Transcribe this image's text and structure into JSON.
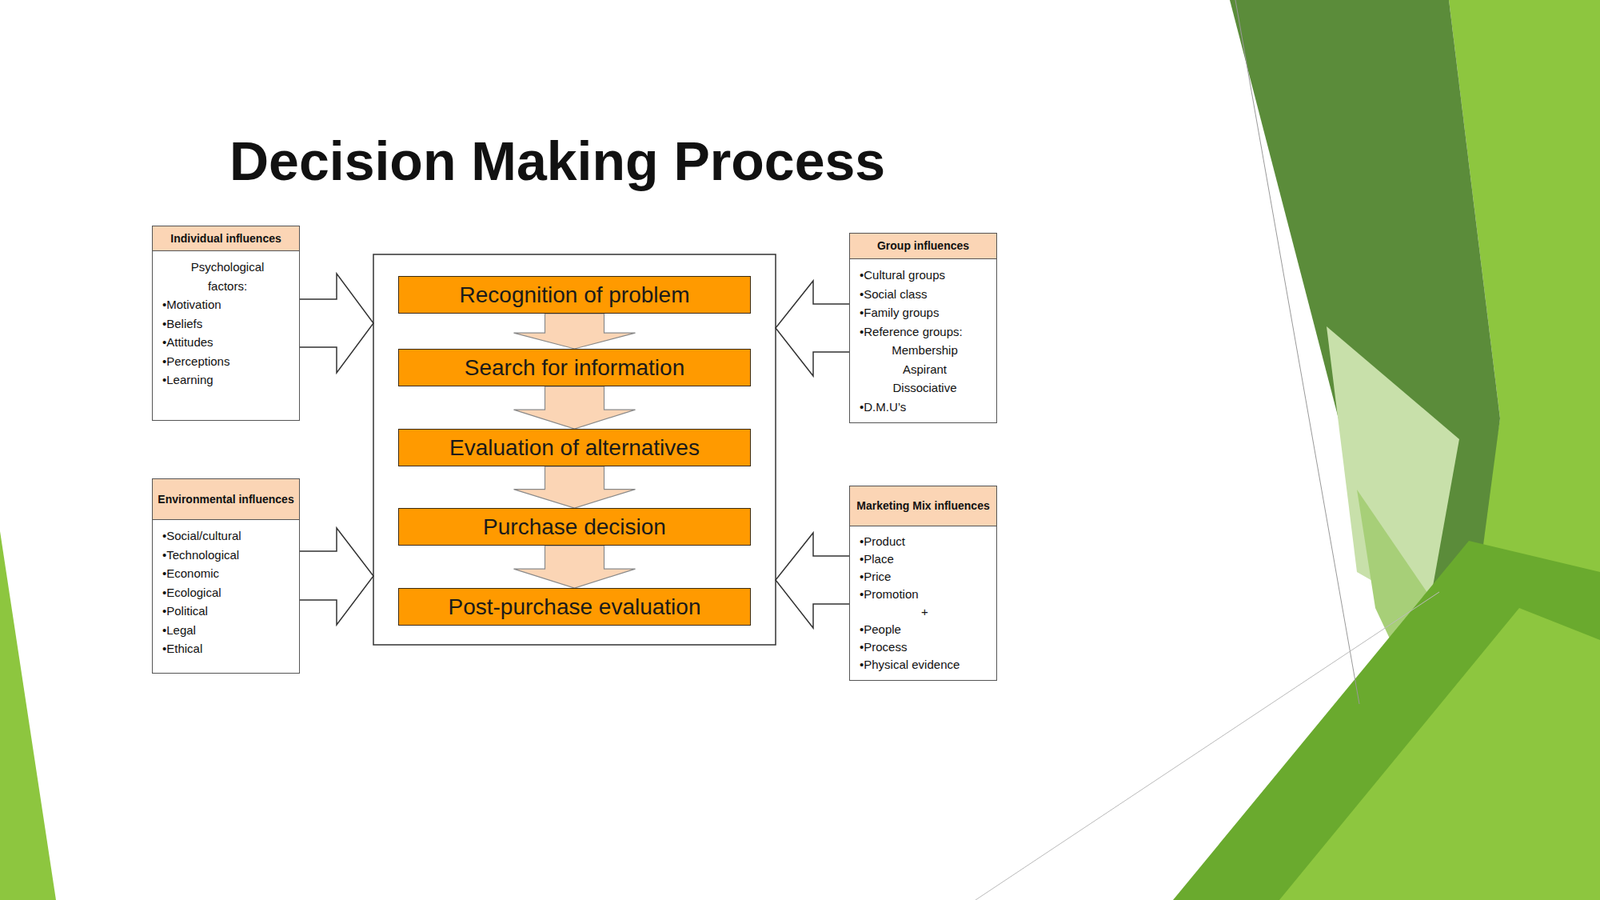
{
  "diagram": {
    "title": "Decision Making Process",
    "nodes": [
      {
        "text": [
          "Individual influences",
          "Psychological factors:",
          "•Motivation",
          "•Beliefs",
          "•Attitudes",
          "•Perceptions",
          "•Learning"
        ]
      },
      {
        "text": [
          "Recognition of problem"
        ]
      },
      {
        "text": [
          "Search for information"
        ]
      },
      {
        "text": [
          "Evaluation of alternatives"
        ]
      },
      {
        "text": [
          "Purchase decision"
        ]
      },
      {
        "text": [
          "Post-purchase evaluation"
        ]
      },
      {
        "text": [
          "Group influences",
          "•Cultural groups",
          "•Social class",
          "•Family groups",
          "•Reference groups:",
          "Membership",
          "Aspirant",
          "Dissociative",
          "•D.M.U’s"
        ]
      },
      {
        "text": [
          "Environmental influences",
          "•Social/cultural",
          "•Technological",
          "•Economic",
          "•Ecological",
          "•Political",
          "•Legal",
          "•Ethical"
        ]
      },
      {
        "text": [
          "Marketing Mix influences",
          "•Product",
          "•Place",
          "•Price",
          "•Promotion",
          "+",
          "•People",
          "•Process",
          "•Physical evidence"
        ]
      }
    ],
    "edges": [
      {
        "from": 1,
        "to": 2,
        "arrow": "to"
      },
      {
        "from": 2,
        "to": 3,
        "arrow": "to"
      },
      {
        "from": 3,
        "to": 4,
        "arrow": "to"
      },
      {
        "from": 4,
        "to": 5,
        "arrow": "to"
      }
    ]
  }
}
